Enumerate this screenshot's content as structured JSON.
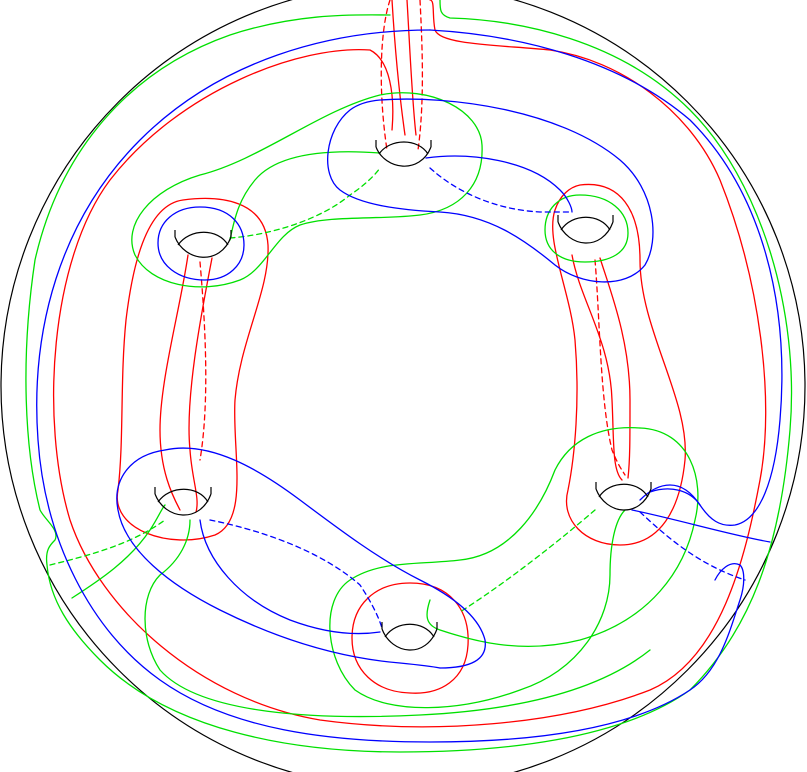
{
  "diagram": {
    "colors": {
      "boundary": "#000000",
      "red": "#ff0000",
      "green": "#00e000",
      "blue": "#0000ff"
    },
    "holes": [
      "hole-top",
      "hole-upper-left",
      "hole-upper-right",
      "hole-lower-left",
      "hole-lower-right",
      "hole-bottom"
    ],
    "curve_families": [
      "red-curves",
      "green-curves",
      "blue-curves"
    ]
  }
}
